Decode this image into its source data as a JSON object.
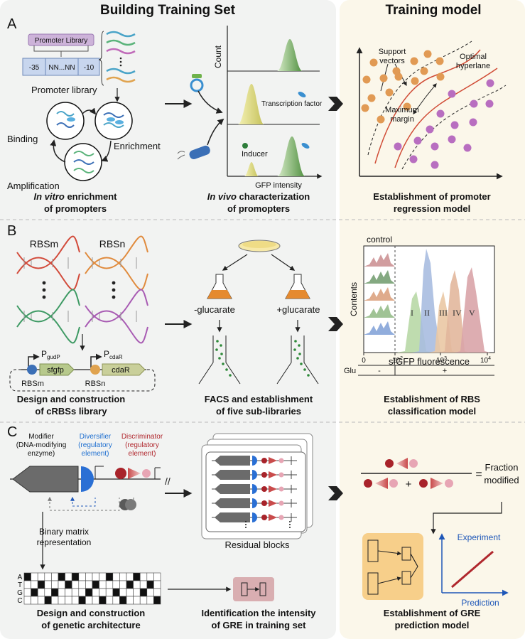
{
  "headers": {
    "left": "Building Training Set",
    "right": "Training model"
  },
  "panel_a": {
    "letter": "A",
    "promoter_library_box": "Promoter Library",
    "seq_minus35": "-35",
    "seq_middle": "NN...NN",
    "seq_minus10": "-10",
    "promoter_library_label": "Promoter library",
    "cycle_binding": "Binding",
    "cycle_enrichment": "Enrichment",
    "cycle_amplification": "Amplification",
    "caption1_italic": "In vitro",
    "caption1_rest": " enrichment",
    "caption1_line2": "of promopters",
    "axis_count": "Count",
    "transcription_factor": "Transcription factor",
    "inducer": "Inducer",
    "gfp_intensity": "GFP intensity",
    "caption2_italic": "In vivo",
    "caption2_rest": " characterization",
    "caption2_line2": "of promopters",
    "support_vectors_1": "Support",
    "support_vectors_2": "vectors",
    "optimal_1": "Optimal",
    "optimal_2": "hyperlane",
    "margin_1": "Maximum",
    "margin_2": "margin",
    "caption3_line1": "Establishment of promoter",
    "caption3_line2": "regression model"
  },
  "panel_b": {
    "letter": "B",
    "rbsm": "RBSm",
    "rbsn": "RBSn",
    "p_gudp": "P",
    "p_gudp_sub": "gudP",
    "p_cdar": "P",
    "p_cdar_sub": "cdaR",
    "gene_sfgfp": "sfgfp",
    "gene_cdar": "cdaR",
    "rbsm_label": "RBSm",
    "rbsn_label": "RBSn",
    "caption1_line1": "Design and construction",
    "caption1_line2": "of cRBSs library",
    "minus_glucarate": "-glucarate",
    "plus_glucarate": "+glucarate",
    "caption2_line1": "FACS and establishment",
    "caption2_line2": "of five sub-libraries",
    "control": "control",
    "contents": "Contents",
    "x_axis_label": "sfGFP fluorescence",
    "tick_0": "0",
    "tick_2": "10",
    "tick_2_exp": "2",
    "tick_3": "10",
    "tick_3_exp": "3",
    "tick_4": "10",
    "tick_4_exp": "4",
    "glu": "Glu",
    "glu_minus": "-",
    "glu_plus": "+",
    "peak_labels": [
      "I",
      "II",
      "III",
      "IV",
      "V"
    ],
    "caption3_line1": "Establishment of RBS",
    "caption3_line2": "classification model"
  },
  "panel_c": {
    "letter": "C",
    "modifier_1": "Modifier",
    "modifier_2": "(DNA-modifying",
    "modifier_3": "enzyme)",
    "diversifier_1": "Diversifier",
    "diversifier_2": "(regulatory",
    "diversifier_3": "element)",
    "discriminator_1": "Discriminator",
    "discriminator_2": "(regulatory",
    "discriminator_3": "element)",
    "binary_1": "Binary matrix",
    "binary_2": "representation",
    "matrix_rows": [
      "A",
      "T",
      "G",
      "C"
    ],
    "caption1_line1": "Design and construction",
    "caption1_line2": "of genetic architecture",
    "residual_blocks": "Residual blocks",
    "caption2_line1": "Identification the intensity",
    "caption2_line2": "of GRE in training set",
    "fraction_1": "Fraction",
    "fraction_2": "modified",
    "equals": "=",
    "plus": "+",
    "experiment": "Experiment",
    "prediction": "Prediction",
    "caption3_line1": "Establishment of GRE",
    "caption3_line2": "prediction model"
  },
  "colors": {
    "left_bg": "#f2f3f2",
    "right_bg": "#fbf7ea",
    "green": "#5e9a4a",
    "orange": "#e0964f",
    "purple": "#b569b9",
    "blue": "#2f6fc4",
    "red": "#b0272d",
    "gray_gene": "#666666"
  }
}
